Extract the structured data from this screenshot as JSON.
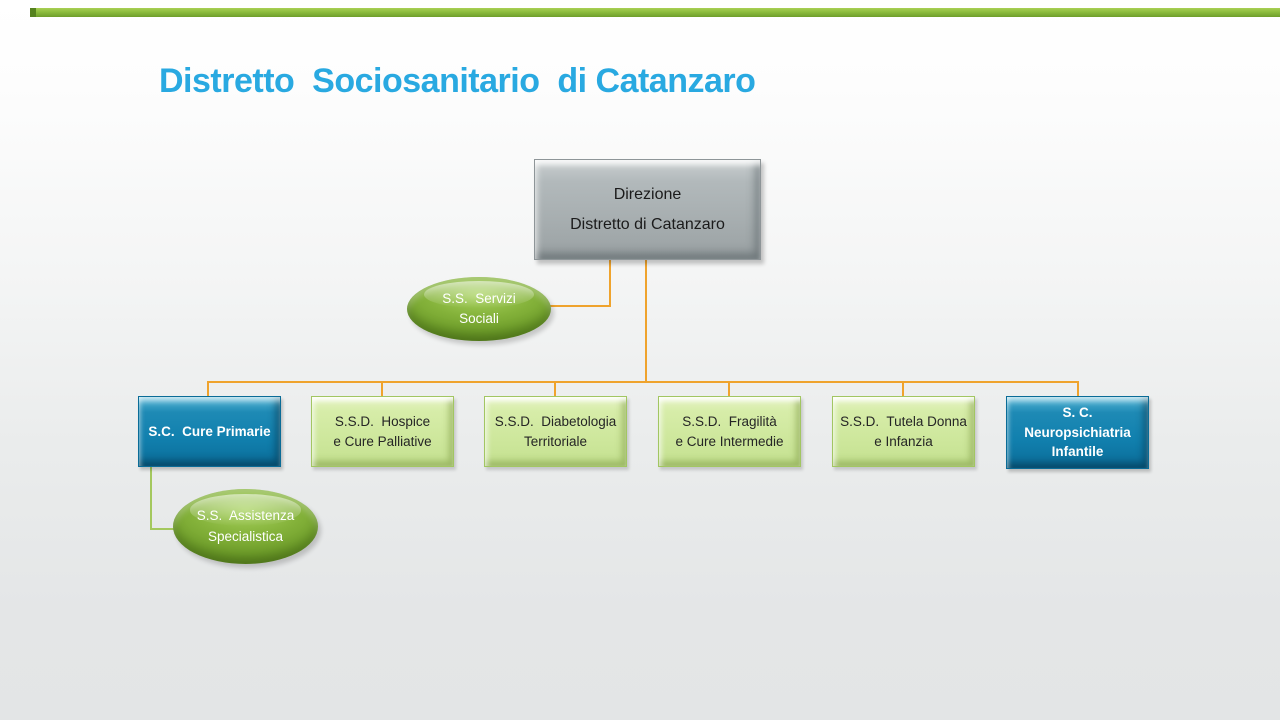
{
  "slide": {
    "title": "Distretto  Sociosanitario  di Catanzaro"
  },
  "org": {
    "root": {
      "label": "Direzione\nDistretto di Catanzaro"
    },
    "services": [
      {
        "id": "cure-primarie",
        "label": "S.C.  Cure Primarie",
        "style": "blue"
      },
      {
        "id": "hospice",
        "label": "S.S.D.  Hospice\ne Cure Palliative",
        "style": "green"
      },
      {
        "id": "diabetologia",
        "label": "S.S.D.  Diabetologia\nTerritoriale",
        "style": "green"
      },
      {
        "id": "fragilita",
        "label": "S.S.D.  Fragilità\ne Cure Intermedie",
        "style": "green"
      },
      {
        "id": "tutela-donna",
        "label": "S.S.D.  Tutela Donna\ne Infanzia",
        "style": "green"
      },
      {
        "id": "neuropsichiatria",
        "label": "S. C.\nNeuropsichiatria\nInfantile",
        "style": "blue"
      }
    ],
    "satellites": [
      {
        "id": "servizi-sociali",
        "label": "S.S.  Servizi\nSociali"
      },
      {
        "id": "assistenza-specialistica",
        "label": "S.S.  Assistenza\nSpecialistica"
      }
    ]
  },
  "colors": {
    "title_cyan": "#29a9e1",
    "connector_orange": "#efa32d",
    "connector_green": "#a4c85e",
    "box_blue": "#1180ae",
    "box_light_green": "#cfe89e",
    "box_gray": "#a7aeb0",
    "ellipse_green": "#6e9d2a",
    "accent_bar_green": "#8cbc3d",
    "background_gray": "#e4e6e7"
  }
}
